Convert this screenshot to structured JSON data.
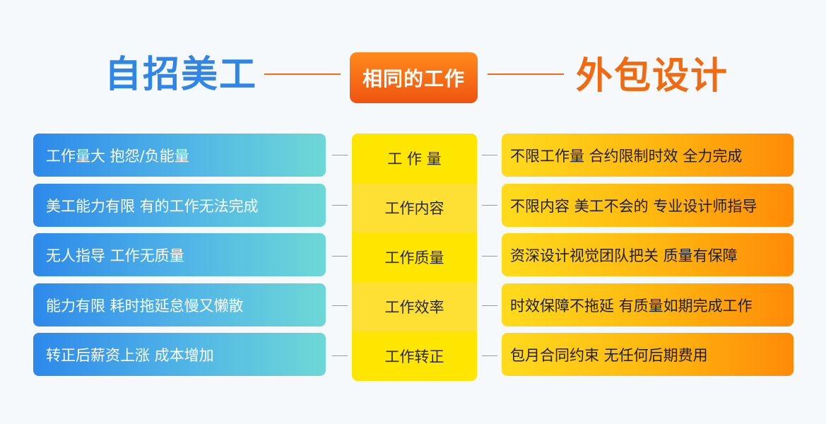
{
  "header": {
    "left_title": "自招美工",
    "center_badge": "相同的工作",
    "right_title": "外包设计"
  },
  "rows": [
    {
      "left": "工作量大 抱怨/负能量",
      "center": "工 作 量",
      "right": "不限工作量 合约限制时效 全力完成"
    },
    {
      "left": "美工能力有限 有的工作无法完成",
      "center": "工作内容",
      "right": "不限内容 美工不会的 专业设计师指导"
    },
    {
      "left": "无人指导 工作无质量",
      "center": "工作质量",
      "right": "资深设计视觉团队把关 质量有保障"
    },
    {
      "left": "能力有限 耗时拖延怠慢又懒散",
      "center": "工作效率",
      "right": "时效保障不拖延 有质量如期完成工作"
    },
    {
      "left": "转正后薪资上涨 成本增加",
      "center": "工作转正",
      "right": "包月合同约束 无任何后期费用"
    }
  ],
  "colors": {
    "left_accent": "#2f86e6",
    "right_accent": "#f06a12",
    "center_yellow": "#ffe600"
  }
}
